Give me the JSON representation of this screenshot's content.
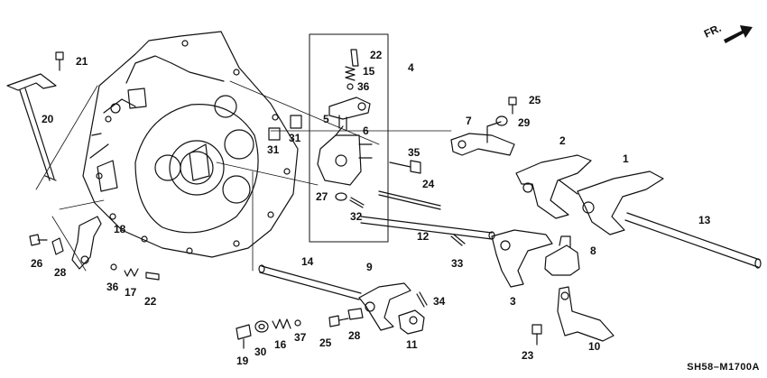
{
  "direction_label": "FR.",
  "diagram_code": "SH58–M1700A",
  "callouts": {
    "c1": "1",
    "c2": "2",
    "c3": "3",
    "c4": "4",
    "c5": "5",
    "c6": "6",
    "c7": "7",
    "c8": "8",
    "c9": "9",
    "c10": "10",
    "c11": "11",
    "c12": "12",
    "c13": "13",
    "c14": "14",
    "c15": "15",
    "c16": "16",
    "c17": "17",
    "c18": "18",
    "c19": "19",
    "c20": "20",
    "c21": "21",
    "c22a": "22",
    "c22b": "22",
    "c23": "23",
    "c24": "24",
    "c25a": "25",
    "c25b": "25",
    "c26": "26",
    "c27": "27",
    "c28a": "28",
    "c28b": "28",
    "c29": "29",
    "c30": "30",
    "c31a": "31",
    "c31b": "31",
    "c32": "32",
    "c33": "33",
    "c34": "34",
    "c35": "35",
    "c36a": "36",
    "c36b": "36",
    "c37": "37"
  }
}
